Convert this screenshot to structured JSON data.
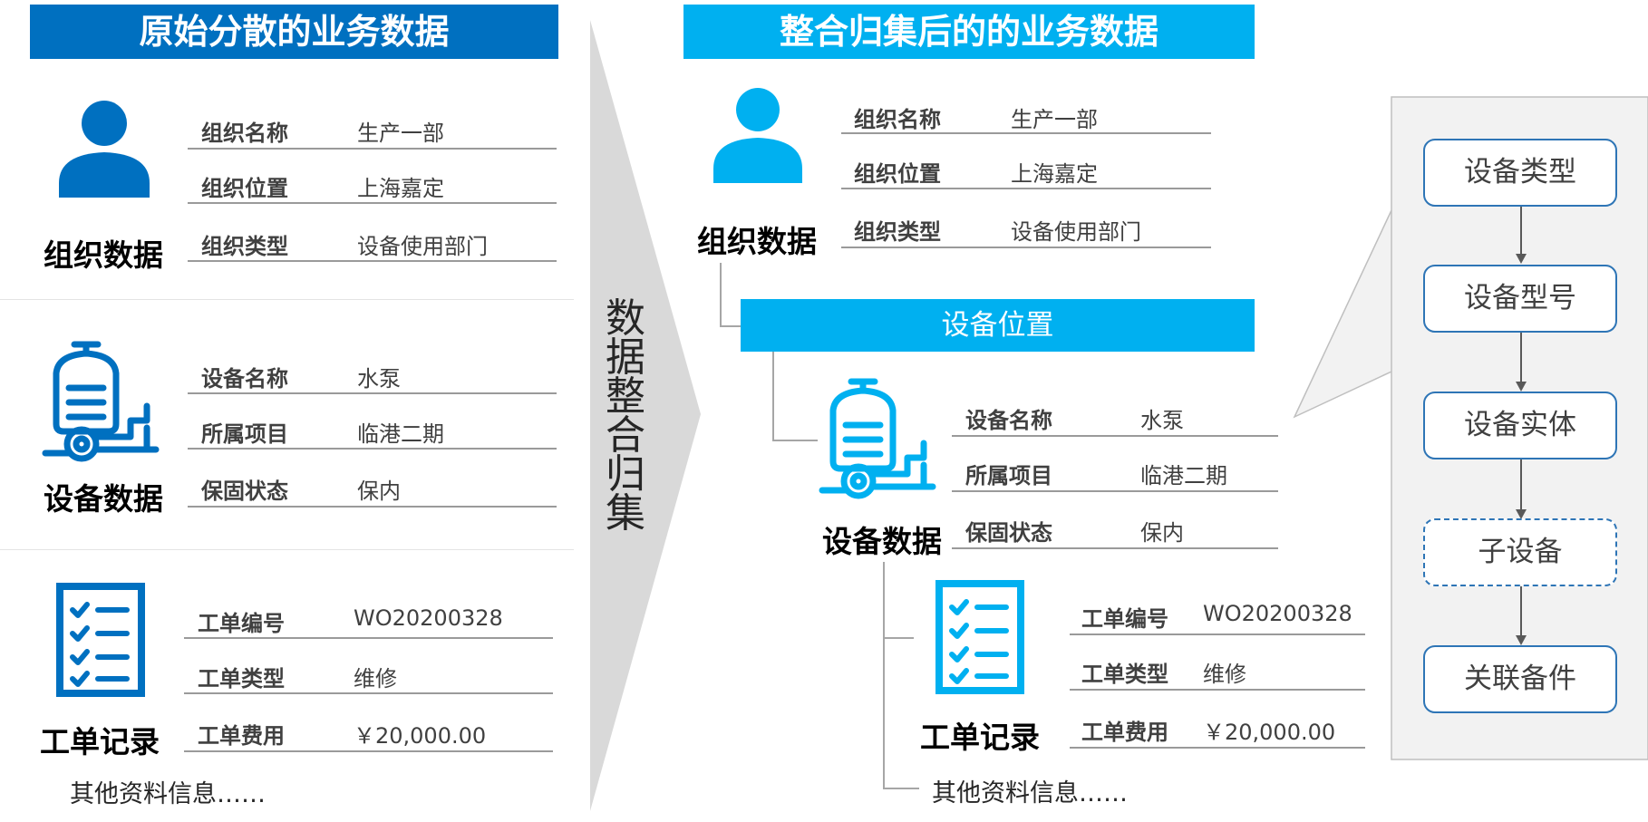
{
  "colors": {
    "dark_blue": "#0070C0",
    "light_blue": "#00B0F0",
    "node_border": "#2E75B6"
  },
  "left": {
    "title": "原始分散的业务数据",
    "org": {
      "name": "组织数据",
      "fields": [
        {
          "label": "组织名称",
          "value": "生产一部"
        },
        {
          "label": "组织位置",
          "value": "上海嘉定"
        },
        {
          "label": "组织类型",
          "value": "设备使用部门"
        }
      ]
    },
    "equip": {
      "name": "设备数据",
      "fields": [
        {
          "label": "设备名称",
          "value": "水泵"
        },
        {
          "label": "所属项目",
          "value": "临港二期"
        },
        {
          "label": "保固状态",
          "value": "保内"
        }
      ]
    },
    "wo": {
      "name": "工单记录",
      "fields": [
        {
          "label": "工单编号",
          "value": "WO20200328"
        },
        {
          "label": "工单类型",
          "value": "维修"
        },
        {
          "label": "工单费用",
          "value": "￥20,000.00"
        }
      ]
    },
    "other": "其他资料信息……"
  },
  "middle": {
    "title": "数据整合归集"
  },
  "right": {
    "title": "整合归集后的的业务数据",
    "org": {
      "name": "组织数据",
      "fields": [
        {
          "label": "组织名称",
          "value": "生产一部"
        },
        {
          "label": "组织位置",
          "value": "上海嘉定"
        },
        {
          "label": "组织类型",
          "value": "设备使用部门"
        }
      ]
    },
    "location": "设备位置",
    "equip": {
      "name": "设备数据",
      "fields": [
        {
          "label": "设备名称",
          "value": "水泵"
        },
        {
          "label": "所属项目",
          "value": "临港二期"
        },
        {
          "label": "保固状态",
          "value": "保内"
        }
      ]
    },
    "wo": {
      "name": "工单记录",
      "fields": [
        {
          "label": "工单编号",
          "value": "WO20200328"
        },
        {
          "label": "工单类型",
          "value": "维修"
        },
        {
          "label": "工单费用",
          "value": "￥20,000.00"
        }
      ]
    },
    "other": "其他资料信息……"
  },
  "hierarchy": {
    "nodes": [
      "设备类型",
      "设备型号",
      "设备实体",
      "子设备",
      "关联备件"
    ]
  }
}
